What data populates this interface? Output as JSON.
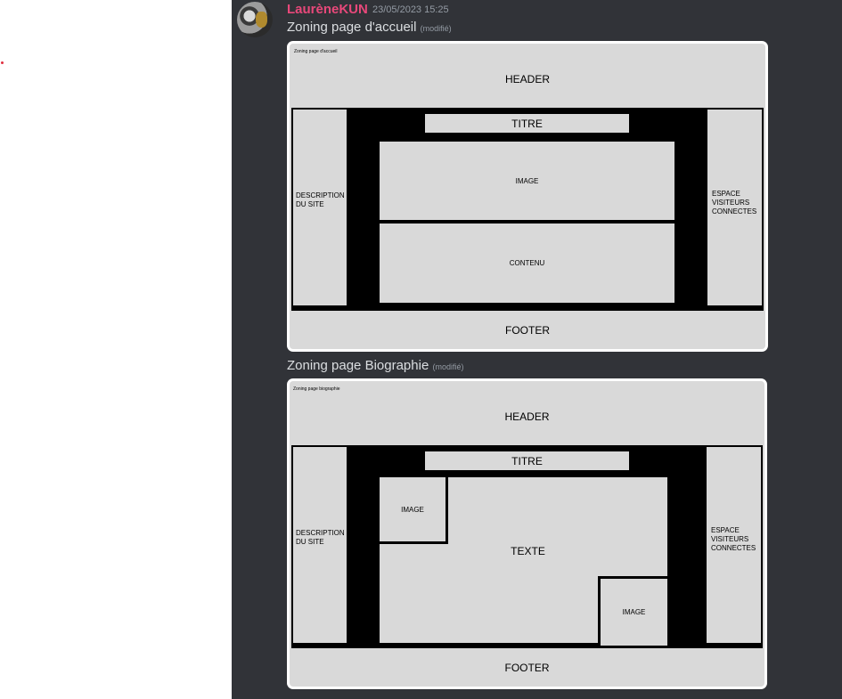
{
  "message": {
    "author": "LaurèneKUN",
    "timestamp": "23/05/2023 15:25",
    "edited_label": "(modifié)",
    "line1": "Zoning page d'accueil",
    "line2": "Zoning page Biographie"
  },
  "image1": {
    "caption": "Zoning page d'accueil",
    "header": "HEADER",
    "titre": "TITRE",
    "left_line1": "DESCRIPTION",
    "left_line2": "DU SITE",
    "image": "IMAGE",
    "contenu": "CONTENU",
    "right_line1": "ESPACE",
    "right_line2": "VISITEURS",
    "right_line3": "CONNECTES",
    "footer": "FOOTER"
  },
  "image2": {
    "caption": "Zoning page biographie",
    "header": "HEADER",
    "titre": "TITRE",
    "left_line1": "DESCRIPTION",
    "left_line2": "DU SITE",
    "image_top": "IMAGE",
    "texte": "TEXTE",
    "image_bottom": "IMAGE",
    "right_line1": "ESPACE",
    "right_line2": "VISITEURS",
    "right_line3": "CONNECTES",
    "footer": "FOOTER"
  },
  "colors": {
    "author": "#e8487a",
    "chat_bg": "#313338",
    "zone_fill": "#d9d9d9"
  }
}
